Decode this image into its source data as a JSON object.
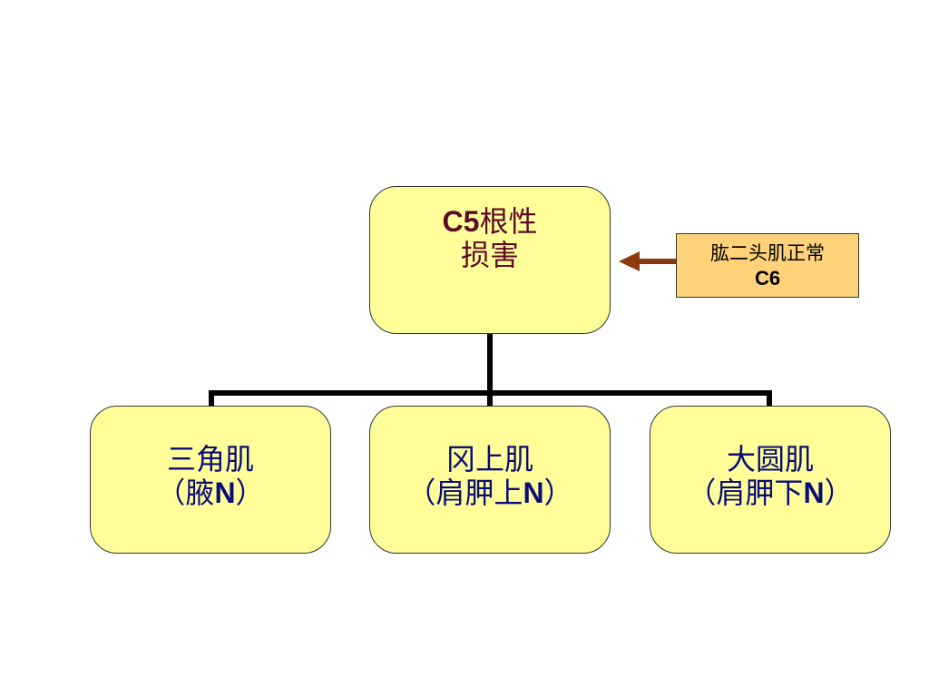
{
  "diagram": {
    "root": {
      "code": "C5",
      "label_suffix": "根性",
      "label_line2": "损害"
    },
    "children": [
      {
        "label": "三角肌",
        "nerve_prefix": "（腋",
        "nerve_letter": "N",
        "nerve_suffix": "）"
      },
      {
        "label": "冈上肌",
        "nerve_prefix": "（肩胛上",
        "nerve_letter": "N",
        "nerve_suffix": "）"
      },
      {
        "label": "大圆肌",
        "nerve_prefix": "（肩胛下",
        "nerve_letter": "N",
        "nerve_suffix": "）"
      }
    ],
    "note": {
      "text": "肱二头肌正常",
      "code": "C6"
    }
  },
  "colors": {
    "node_fill": "#ffff99",
    "note_fill": "#ffd27a",
    "root_text": "#5c0a28",
    "child_text": "#0b0b7a",
    "connector": "#000000",
    "arrow": "#8b3a0f"
  }
}
